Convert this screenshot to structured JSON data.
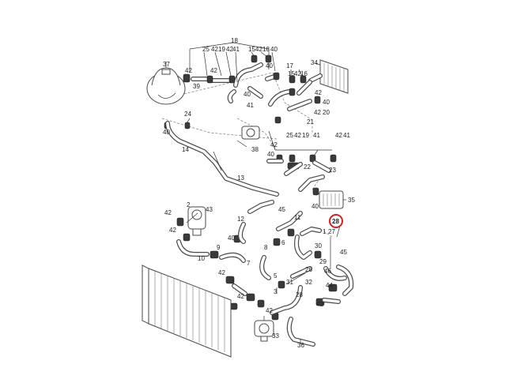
{
  "diagram": {
    "highlight_color": "#c62828",
    "highlighted_part": "28",
    "labels": {
      "l18": "18",
      "l25a": "25",
      "l42a": "42",
      "l19a": "19",
      "l42b": "42",
      "l41a": "41",
      "l15a": "15",
      "l42c": "42",
      "l18b": "18",
      "l40a": "40",
      "l37": "37",
      "l34": "34",
      "l42d": "42",
      "l39": "39",
      "l42e": "42",
      "l40b": "40",
      "l17": "17",
      "l15b": "15",
      "l42f": "42",
      "l16": "16",
      "l40c": "40",
      "l41b": "41",
      "l42g": "42",
      "l40d": "40",
      "l42h": "42",
      "l20": "20",
      "l21": "21",
      "l24": "24",
      "l40e": "40",
      "l14": "14",
      "l38": "38",
      "l25b": "25",
      "l42i": "42",
      "l19b": "19",
      "l41c": "41",
      "l42j": "42",
      "l41d": "41",
      "l42k": "42",
      "l40f": "40",
      "l22": "22",
      "l23": "23",
      "l13": "13",
      "l40g": "40",
      "l35": "35",
      "l42l": "42",
      "l2": "2",
      "l43": "43",
      "l12": "12",
      "l45a": "45",
      "l11": "11",
      "l28": "28",
      "l1": "1",
      "l27": "27",
      "l42m": "42",
      "l40h": "40",
      "l10": "10",
      "l9": "9",
      "l8": "8",
      "l6": "6",
      "l30": "30",
      "l29": "29",
      "l46": "46",
      "l45b": "45",
      "l42n": "42",
      "l7": "7",
      "l5": "5",
      "l26": "26",
      "l32": "32",
      "l44": "44",
      "l4": "4",
      "l31": "31",
      "l42o": "42",
      "l3": "3",
      "l28b": "28",
      "l42p": "42",
      "l42q": "42",
      "l33": "33",
      "l36": "36"
    }
  }
}
